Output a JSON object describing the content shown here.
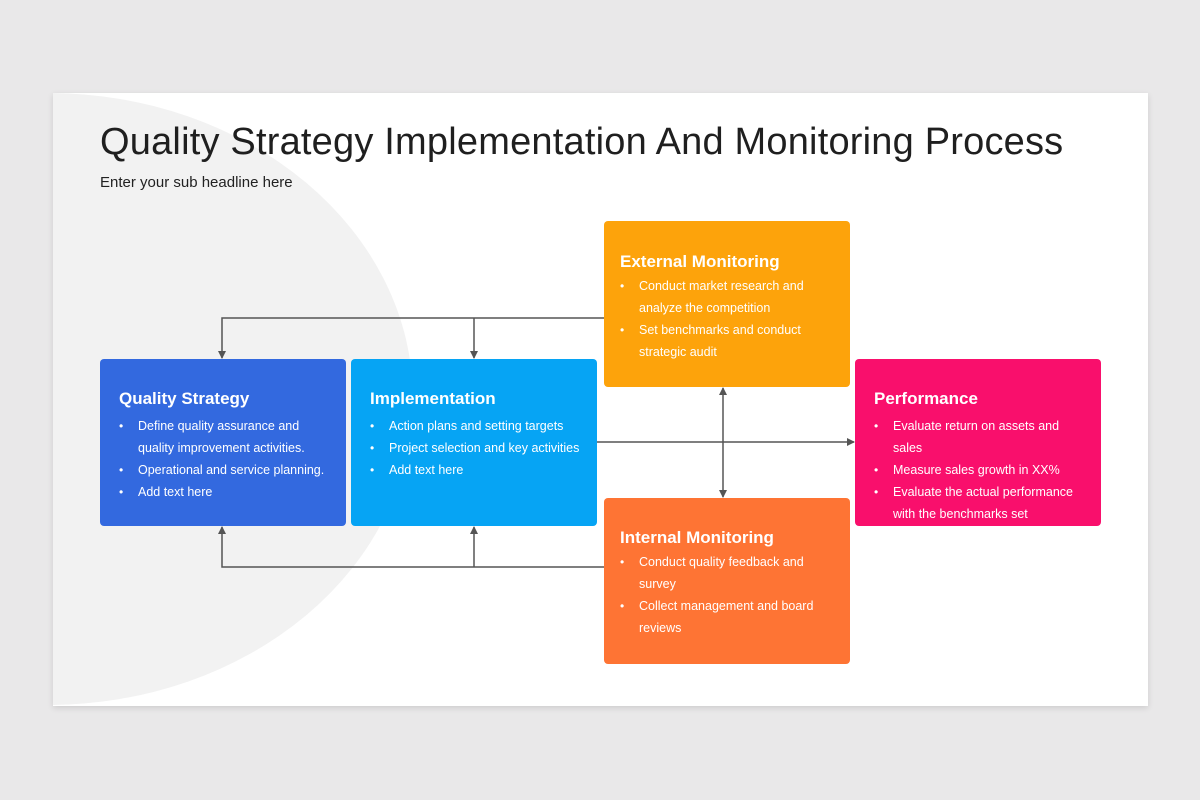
{
  "title": "Quality Strategy Implementation And Monitoring Process",
  "subtitle": "Enter your sub headline here",
  "boxes": {
    "quality": {
      "title": "Quality Strategy",
      "color": "#3369df",
      "items": [
        "Define quality assurance and quality improvement activities.",
        "Operational and service planning.",
        "Add text here"
      ]
    },
    "implementation": {
      "title": "Implementation",
      "color": "#06a4f4",
      "items": [
        "Action plans and setting targets",
        "Project selection and key activities",
        "Add text here"
      ]
    },
    "external": {
      "title": "External Monitoring",
      "color": "#fda30b",
      "items": [
        "Conduct market research and analyze the competition",
        "Set benchmarks and conduct strategic audit"
      ]
    },
    "internal": {
      "title": "Internal Monitoring",
      "color": "#fe7434",
      "items": [
        "Conduct quality feedback and survey",
        "Collect management and board reviews"
      ]
    },
    "performance": {
      "title": "Performance",
      "color": "#f90f6c",
      "items": [
        "Evaluate return on assets and sales",
        "Measure sales growth in XX%",
        "Evaluate the actual performance with the benchmarks set"
      ]
    }
  },
  "connector_color": "#555555"
}
